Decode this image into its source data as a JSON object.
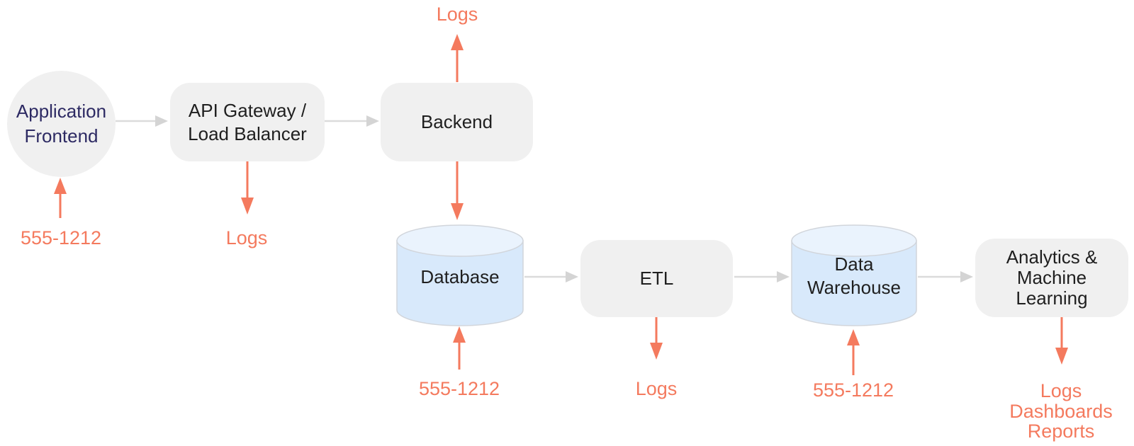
{
  "colors": {
    "accent_orange": "#F47A5E",
    "connector_gray": "#DBDBDB",
    "connector_head": "#D4D4D4",
    "node_gray": "#F0F0F0",
    "node_blue": "#D8E9FB",
    "node_blue_top": "#EAF3FD",
    "node_stroke": "#D1D5DB",
    "navy_text": "#2D2A63",
    "dark_text": "#1F1F1F"
  },
  "nodes": {
    "frontend": {
      "label": "Application\nFrontend"
    },
    "api_gateway": {
      "label": "API Gateway /\nLoad Balancer"
    },
    "backend": {
      "label": "Backend"
    },
    "database": {
      "label": "Database"
    },
    "etl": {
      "label": "ETL"
    },
    "data_warehouse": {
      "label": "Data\nWarehouse"
    },
    "analytics": {
      "label": "Analytics &\nMachine\nLearning"
    }
  },
  "annotations": {
    "frontend_phone": "555-1212",
    "api_gateway_logs": "Logs",
    "backend_logs": "Logs",
    "database_phone": "555-1212",
    "etl_logs": "Logs",
    "data_warehouse_phone": "555-1212",
    "analytics_outputs": [
      "Logs",
      "Dashboards",
      "Reports"
    ]
  }
}
